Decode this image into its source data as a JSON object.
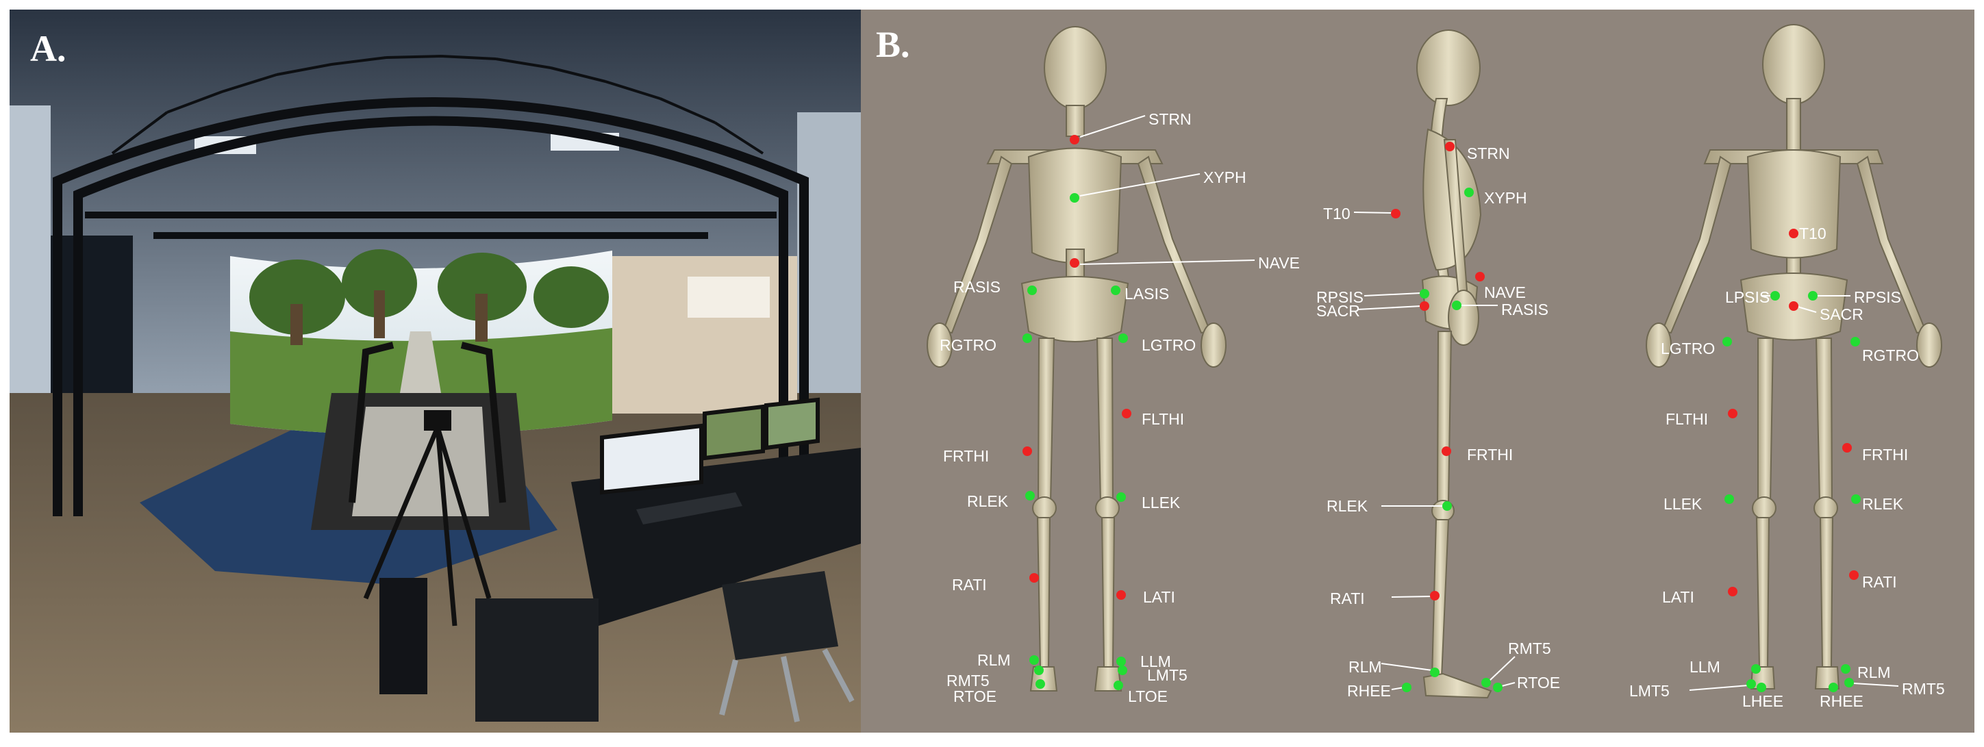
{
  "figure": {
    "panel_a": {
      "label": "A.",
      "colors": {
        "background": "#1c222b",
        "screen_sky": "#dfe9f0",
        "screen_grass": "#5f8b3a",
        "floor": "#7a6b57",
        "mat": "#243f66"
      }
    },
    "panel_b": {
      "label": "B.",
      "colors": {
        "background": "#8f857c",
        "bone": "#d7cfb3",
        "marker_green": "#22dd33",
        "marker_red": "#ee2222",
        "label_text": "#ffffff"
      },
      "views": [
        {
          "name": "front",
          "markers": [
            {
              "label": "STRN",
              "color": "red"
            },
            {
              "label": "XYPH",
              "color": "green"
            },
            {
              "label": "NAVE",
              "color": "red"
            },
            {
              "label": "RASIS",
              "color": "green"
            },
            {
              "label": "LASIS",
              "color": "green"
            },
            {
              "label": "RGTRO",
              "color": "green"
            },
            {
              "label": "LGTRO",
              "color": "green"
            },
            {
              "label": "FLTHI",
              "color": "red"
            },
            {
              "label": "FRTHI",
              "color": "red"
            },
            {
              "label": "RLEK",
              "color": "green"
            },
            {
              "label": "LLEK",
              "color": "green"
            },
            {
              "label": "RATI",
              "color": "red"
            },
            {
              "label": "LATI",
              "color": "red"
            },
            {
              "label": "RLM",
              "color": "green"
            },
            {
              "label": "RMT5",
              "color": "green"
            },
            {
              "label": "RTOE",
              "color": "green"
            },
            {
              "label": "LLM",
              "color": "green"
            },
            {
              "label": "LMT5",
              "color": "green"
            },
            {
              "label": "LTOE",
              "color": "green"
            }
          ]
        },
        {
          "name": "side",
          "markers": [
            {
              "label": "STRN",
              "color": "red"
            },
            {
              "label": "XYPH",
              "color": "green"
            },
            {
              "label": "T10",
              "color": "red"
            },
            {
              "label": "NAVE",
              "color": "red"
            },
            {
              "label": "RPSIS",
              "color": "green"
            },
            {
              "label": "SACR",
              "color": "red"
            },
            {
              "label": "RASIS",
              "color": "green"
            },
            {
              "label": "FRTHI",
              "color": "red"
            },
            {
              "label": "RLEK",
              "color": "green"
            },
            {
              "label": "RATI",
              "color": "red"
            },
            {
              "label": "RLM",
              "color": "green"
            },
            {
              "label": "RMT5",
              "color": "green"
            },
            {
              "label": "RHEE",
              "color": "green"
            },
            {
              "label": "RTOE",
              "color": "green"
            }
          ]
        },
        {
          "name": "back",
          "markers": [
            {
              "label": "T10",
              "color": "red"
            },
            {
              "label": "LPSIS",
              "color": "green"
            },
            {
              "label": "RPSIS",
              "color": "green"
            },
            {
              "label": "SACR",
              "color": "red"
            },
            {
              "label": "LGTRO",
              "color": "green"
            },
            {
              "label": "RGTRO",
              "color": "green"
            },
            {
              "label": "FLTHI",
              "color": "red"
            },
            {
              "label": "FRTHI",
              "color": "red"
            },
            {
              "label": "LLEK",
              "color": "green"
            },
            {
              "label": "RLEK",
              "color": "green"
            },
            {
              "label": "LATI",
              "color": "red"
            },
            {
              "label": "RATI",
              "color": "red"
            },
            {
              "label": "LLM",
              "color": "green"
            },
            {
              "label": "RLM",
              "color": "green"
            },
            {
              "label": "LMT5",
              "color": "green"
            },
            {
              "label": "RMT5",
              "color": "green"
            },
            {
              "label": "LHEE",
              "color": "green"
            },
            {
              "label": "RHEE",
              "color": "green"
            }
          ]
        }
      ]
    }
  }
}
